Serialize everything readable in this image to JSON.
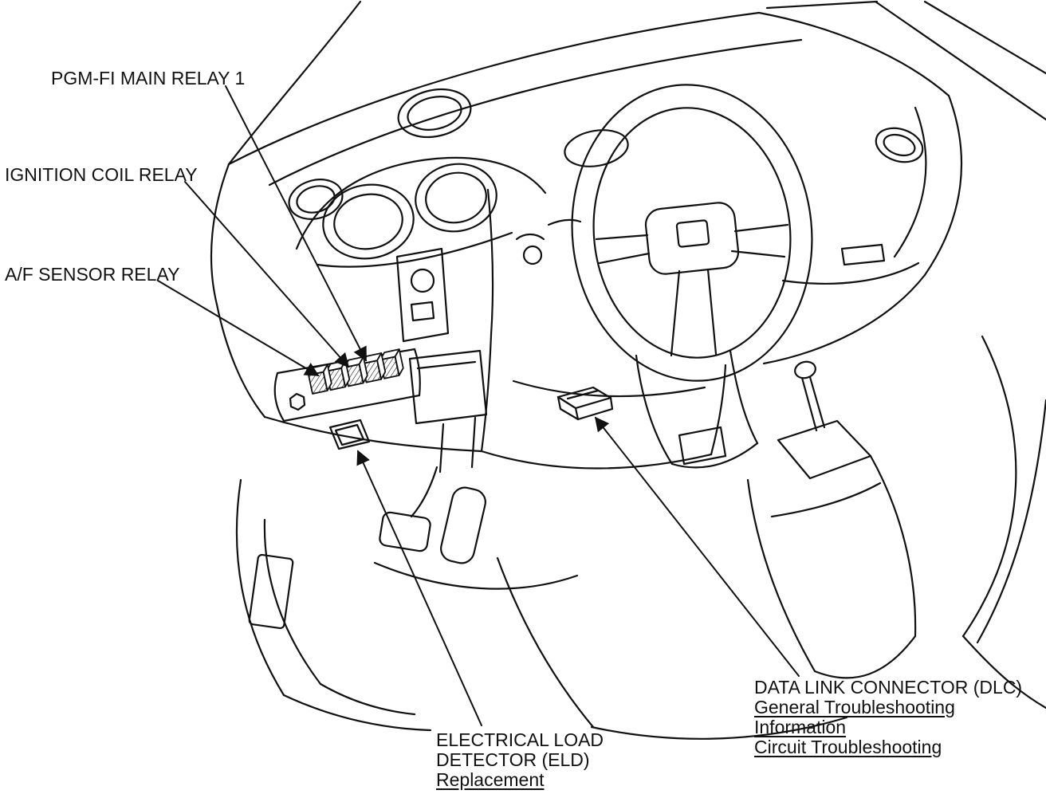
{
  "figure": {
    "background_color": "#ffffff",
    "line_color": "#111111",
    "text_color": "#111111"
  },
  "callouts": {
    "pgm_fi_main_relay": {
      "text": "PGM-FI MAIN RELAY 1"
    },
    "ignition_coil_relay": {
      "text": "IGNITION COIL RELAY"
    },
    "af_sensor_relay": {
      "text": "A/F SENSOR RELAY"
    },
    "eld": {
      "line1": "ELECTRICAL LOAD",
      "line2": "DETECTOR (ELD)",
      "link": "Replacement"
    },
    "dlc": {
      "title": "DATA LINK CONNECTOR (DLC)",
      "link1_line1": "General Troubleshooting",
      "link1_line2": "Information",
      "link2": "Circuit Troubleshooting"
    }
  }
}
